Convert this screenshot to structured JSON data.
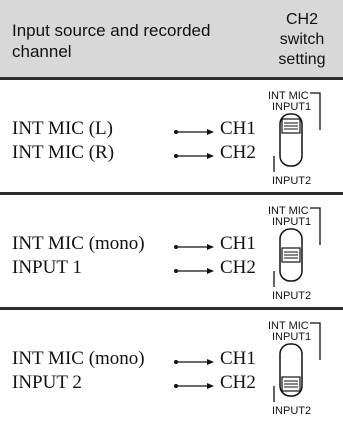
{
  "header": {
    "left": "Input source and recorded channel",
    "right_lines": [
      "CH2",
      "switch",
      "setting"
    ]
  },
  "rows": [
    {
      "lines": [
        {
          "source": "INT MIC (L)",
          "channel": "CH1"
        },
        {
          "source": "INT MIC (R)",
          "channel": "CH2"
        }
      ],
      "switch": {
        "top_label": "INT MIC",
        "mid_label": "INPUT1",
        "bottom_label": "INPUT2",
        "position": "INT MIC"
      }
    },
    {
      "lines": [
        {
          "source": "INT MIC (mono)",
          "channel": "CH1"
        },
        {
          "source": "INPUT 1",
          "channel": "CH2"
        }
      ],
      "switch": {
        "top_label": "INT MIC",
        "mid_label": "INPUT1",
        "bottom_label": "INPUT2",
        "position": "INPUT1"
      }
    },
    {
      "lines": [
        {
          "source": "INT MIC (mono)",
          "channel": "CH1"
        },
        {
          "source": "INPUT 2",
          "channel": "CH2"
        }
      ],
      "switch": {
        "top_label": "INT MIC",
        "mid_label": "INPUT1",
        "bottom_label": "INPUT2",
        "position": "INPUT2"
      }
    }
  ]
}
